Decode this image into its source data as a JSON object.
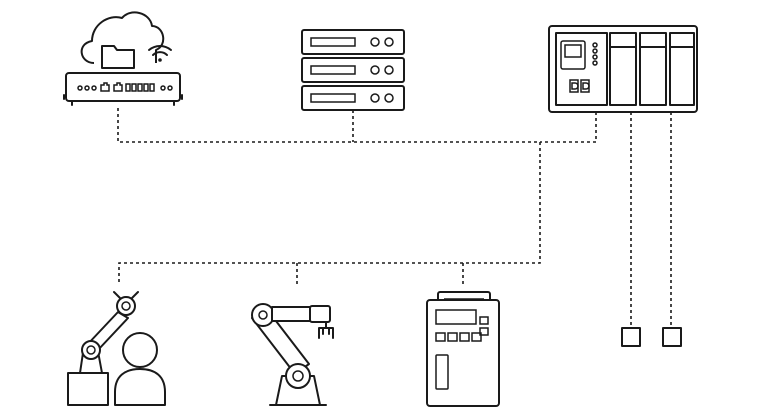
{
  "diagram": {
    "nodes": [
      {
        "id": "cloud-gateway",
        "icon": "cloud-router-icon"
      },
      {
        "id": "server-rack",
        "icon": "server-rack-icon"
      },
      {
        "id": "plc-controller",
        "icon": "plc-icon"
      },
      {
        "id": "collaborative-robot",
        "icon": "cobot-with-operator-icon"
      },
      {
        "id": "industrial-robot-arm",
        "icon": "robot-arm-icon"
      },
      {
        "id": "drive-unit",
        "icon": "drive-controller-icon"
      },
      {
        "id": "io-device-1",
        "icon": "square-node-icon"
      },
      {
        "id": "io-device-2",
        "icon": "square-node-icon"
      }
    ],
    "connections": [
      {
        "from": "cloud-gateway",
        "to": "bus"
      },
      {
        "from": "server-rack",
        "to": "bus"
      },
      {
        "from": "plc-controller",
        "to": "bus"
      },
      {
        "from": "bus",
        "to": "field-bus"
      },
      {
        "from": "field-bus",
        "to": "collaborative-robot"
      },
      {
        "from": "field-bus",
        "to": "industrial-robot-arm"
      },
      {
        "from": "field-bus",
        "to": "drive-unit"
      },
      {
        "from": "plc-controller",
        "to": "io-device-1"
      },
      {
        "from": "plc-controller",
        "to": "io-device-2"
      }
    ],
    "line_style": "dashed",
    "stroke_color": "#1a1a1a",
    "background": "#ffffff"
  }
}
